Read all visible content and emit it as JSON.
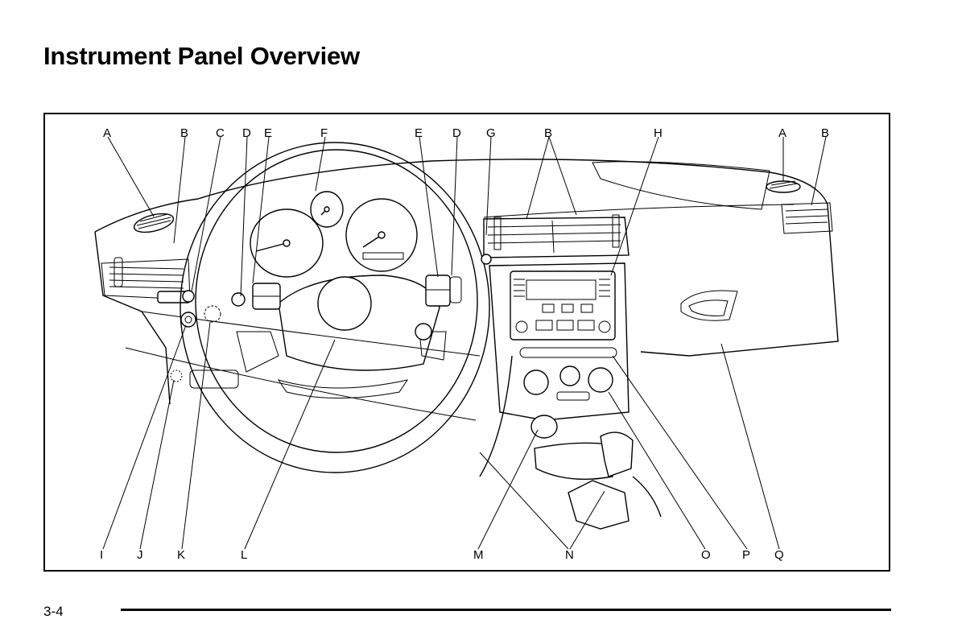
{
  "page": {
    "title": "Instrument Panel Overview",
    "page_number": "3-4"
  },
  "figure": {
    "callouts": {
      "top": [
        "A",
        "B",
        "C",
        "D",
        "E",
        "F",
        "E",
        "D",
        "G",
        "B",
        "H",
        "A",
        "B"
      ],
      "bottom": [
        "I",
        "J",
        "K",
        "L",
        "M",
        "N",
        "O",
        "P",
        "Q"
      ]
    }
  }
}
